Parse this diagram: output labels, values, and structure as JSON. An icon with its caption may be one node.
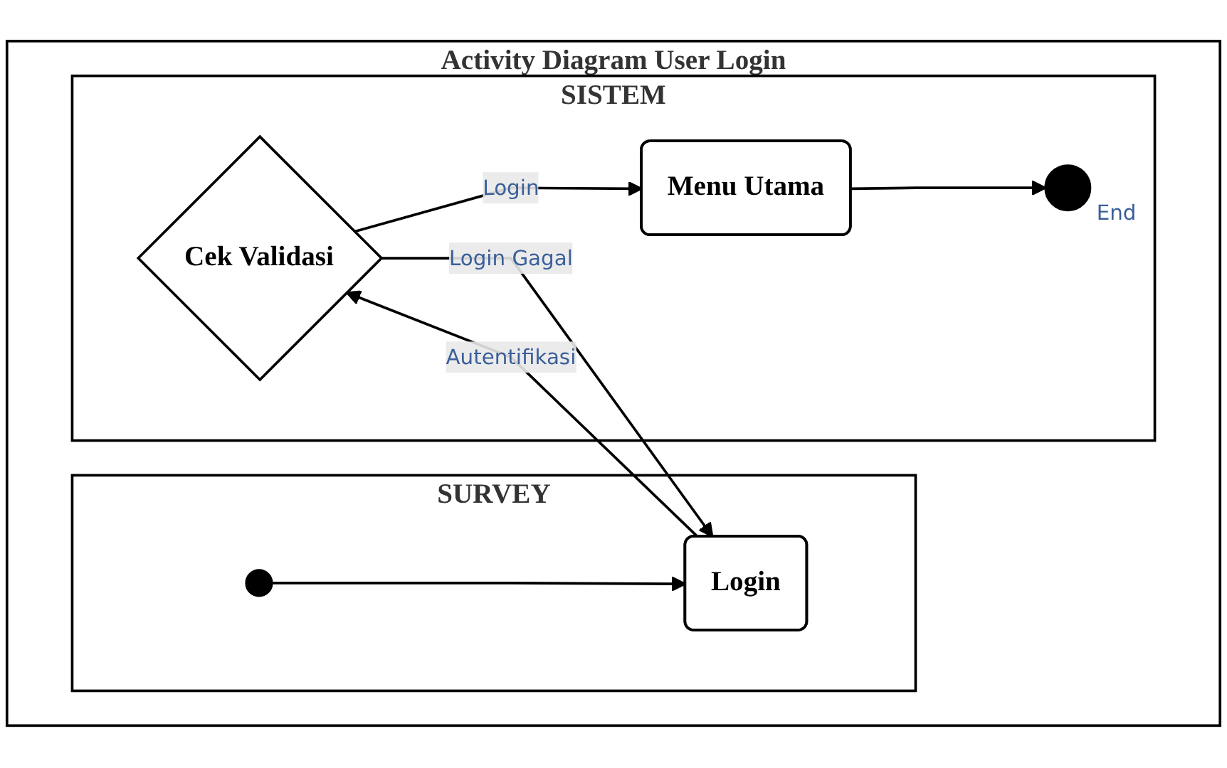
{
  "diagram": {
    "nodes": [
      {
        "text": [
          "Activity Diagram User Login"
        ]
      },
      {
        "text": [
          "SURVEY"
        ],
        "in": 0
      },
      {
        "text": [
          "SISTEM"
        ],
        "in": 0
      },
      {
        "text": [],
        "shape": "circle",
        "in": 1
      },
      {
        "text": [
          "Login"
        ],
        "in": 1
      },
      {
        "text": [
          "Cek Validasi"
        ],
        "in": 2
      },
      {
        "text": [
          "Menu Utama"
        ],
        "in": 2
      },
      {
        "text": [],
        "shape": "circle",
        "in": 2,
        "beside": [
          "End"
        ]
      }
    ],
    "edges": [
      {
        "from": 3,
        "to": 4,
        "arrow": "to"
      },
      {
        "from": 4,
        "to": 5,
        "arrow": "to",
        "label": "Autentifikasi"
      },
      {
        "from": 5,
        "to": 4,
        "arrow": "to",
        "label": "Login Gagal"
      },
      {
        "from": 5,
        "to": 6,
        "arrow": "to",
        "label": "Login"
      },
      {
        "from": 6,
        "to": 7,
        "arrow": "to"
      }
    ]
  }
}
